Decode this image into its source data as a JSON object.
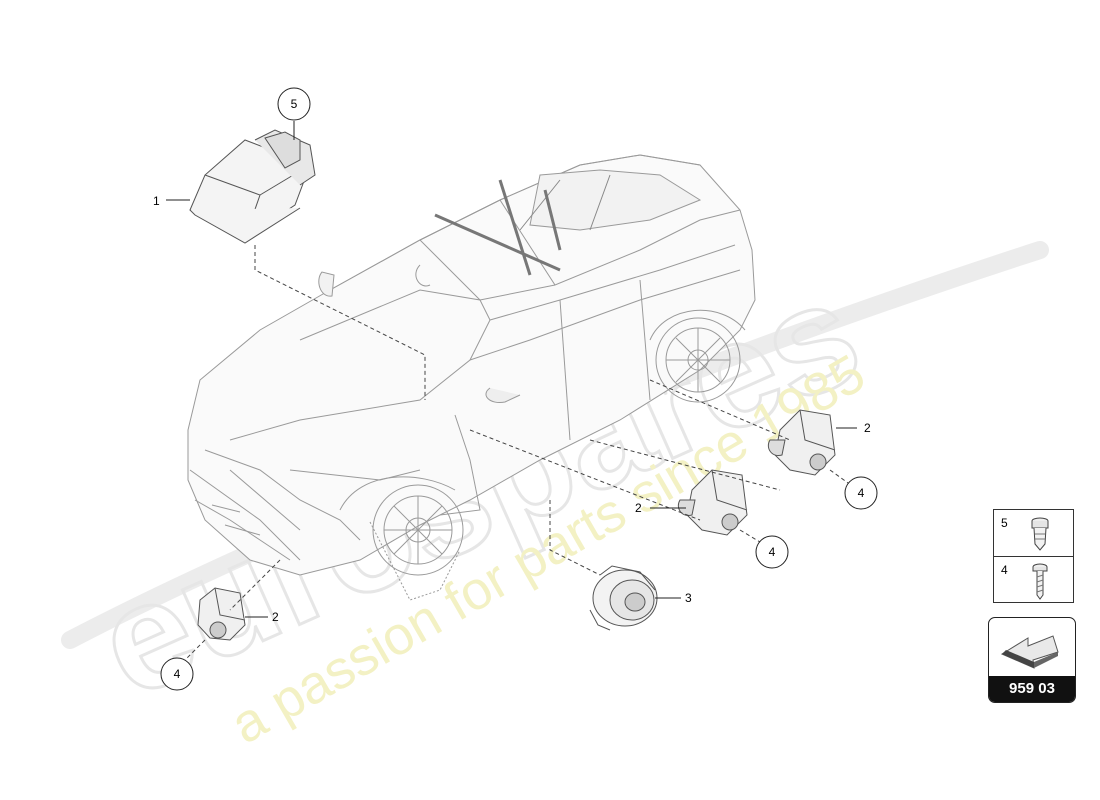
{
  "watermark": {
    "brand": "eurospares",
    "tagline": "a passion for parts since 1985"
  },
  "callouts": [
    {
      "id": "c1",
      "label": "1"
    },
    {
      "id": "c5",
      "label": "5"
    },
    {
      "id": "c2a",
      "label": "2"
    },
    {
      "id": "c4a",
      "label": "4"
    },
    {
      "id": "c2b",
      "label": "2"
    },
    {
      "id": "c4b",
      "label": "4"
    },
    {
      "id": "c3",
      "label": "3"
    },
    {
      "id": "c2c",
      "label": "2"
    },
    {
      "id": "c4c",
      "label": "4"
    }
  ],
  "legend": {
    "items": [
      {
        "number": "5",
        "icon": "clip-nut-icon"
      },
      {
        "number": "4",
        "icon": "screw-icon"
      }
    ]
  },
  "nav": {
    "code": "959 03",
    "icon": "arrow-right-icon"
  }
}
